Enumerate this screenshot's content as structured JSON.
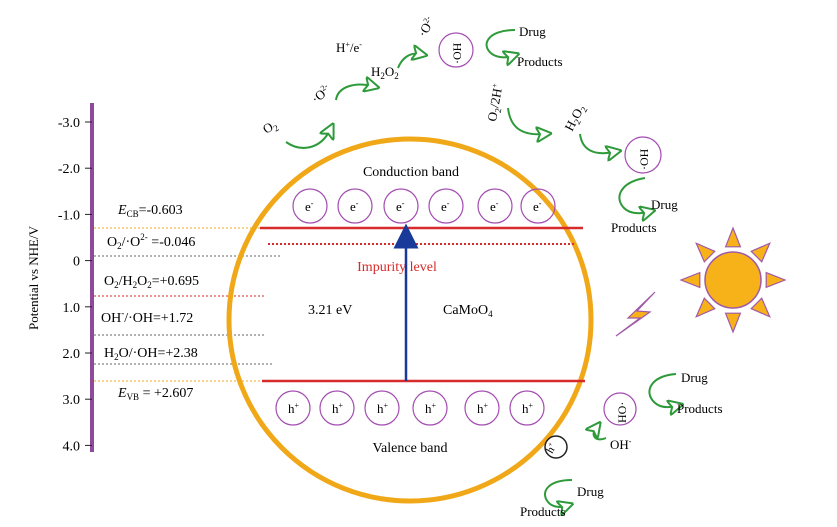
{
  "axis": {
    "title": "Potential vs NHE/V",
    "ticks": [
      "-3.0",
      "-2.0",
      "-1.0",
      "0",
      "1.0",
      "2.0",
      "3.0",
      "4.0"
    ]
  },
  "levels": {
    "ecb": {
      "label": "E",
      "sub": "CB",
      "value": "=-0.603"
    },
    "o2_superoxide": {
      "a": "O",
      "a_sub": "2",
      "b": "/·O",
      "b_sup": "2-",
      "value": " =-0.046"
    },
    "o2_h2o2": {
      "a": "O",
      "a_sub": "2",
      "b": "/H",
      "b_sub": "2",
      "c": "O",
      "c_sub": "2",
      "value": "=+0.695"
    },
    "oh_radical": {
      "a": "OH",
      "a_sup": "-",
      "value": "/·OH=+1.72"
    },
    "h2o_radical": {
      "a": "H",
      "a_sub": "2",
      "value": "O/·OH=+2.38"
    },
    "evb": {
      "label": "E",
      "sub": "VB",
      "value": " = +2.607"
    }
  },
  "bands": {
    "conduction": "Conduction band",
    "valence": "Valence band",
    "impurity": "Impurity level",
    "gap": "3.21 eV",
    "material": "CaMoO",
    "material_sub": "4",
    "electron": "e",
    "electron_sup": "-",
    "hole": "h",
    "hole_sup": "+"
  },
  "reactions": {
    "o2": {
      "t": "O",
      "sub": "2"
    },
    "superoxide": {
      "t": "·O",
      "sup": "2-"
    },
    "h_e": {
      "t": "H",
      "sup": "+",
      "rest": "/e",
      "sup2": "-"
    },
    "h2o2_top": {
      "a": "H",
      "a_sub": "2",
      "b": "O",
      "b_sub": "2"
    },
    "superoxide_top": {
      "t": "·O",
      "sup": "2-"
    },
    "oh_circle_top": "·OH",
    "drug_top": "Drug",
    "products_top": "Products",
    "o2_2h": {
      "a": "O",
      "a_sub": "2",
      "b": "/2H",
      "b_sup": "+"
    },
    "h2o2_right": {
      "a": "H",
      "a_sub": "2",
      "b": "O",
      "b_sub": "2"
    },
    "oh_circle_right": "·OH",
    "drug_right": "Drug",
    "products_right": "Products",
    "ho_circle": "HO·",
    "drug_bottom_right": "Drug",
    "products_bottom_right": "Products",
    "oh_minus": {
      "t": "OH",
      "sup": "-"
    },
    "hole_small": {
      "t": "h",
      "sup": "+"
    },
    "drug_bottom": "Drug",
    "products_bottom": "Products"
  },
  "colors": {
    "axis": "#8e4a9c",
    "circle": "#f0a818",
    "band": "#d72a2a",
    "arrow": "#1a3a9a",
    "particle": "#a24bb0",
    "green": "#2e9a3a",
    "impurity_text": "#d72a2a",
    "sun": "#f7b21a",
    "sun_stroke": "#a05aa8"
  }
}
